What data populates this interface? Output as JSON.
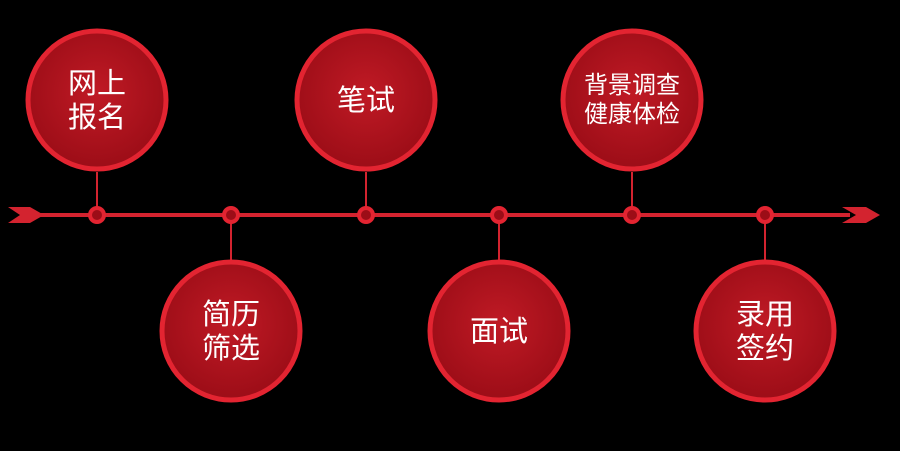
{
  "colors": {
    "background": "#000000",
    "timeline_red": "#d3232f",
    "circle_fill": "#b3141f",
    "circle_ring": "#e32431",
    "text": "#ffffff"
  },
  "steps": [
    {
      "lines": [
        "网上",
        "报名"
      ]
    },
    {
      "lines": [
        "简历",
        "筛选"
      ]
    },
    {
      "lines": [
        "笔试"
      ]
    },
    {
      "lines": [
        "面试"
      ]
    },
    {
      "lines": [
        "背景调查",
        "健康体检"
      ]
    },
    {
      "lines": [
        "录用",
        "签约"
      ]
    }
  ]
}
